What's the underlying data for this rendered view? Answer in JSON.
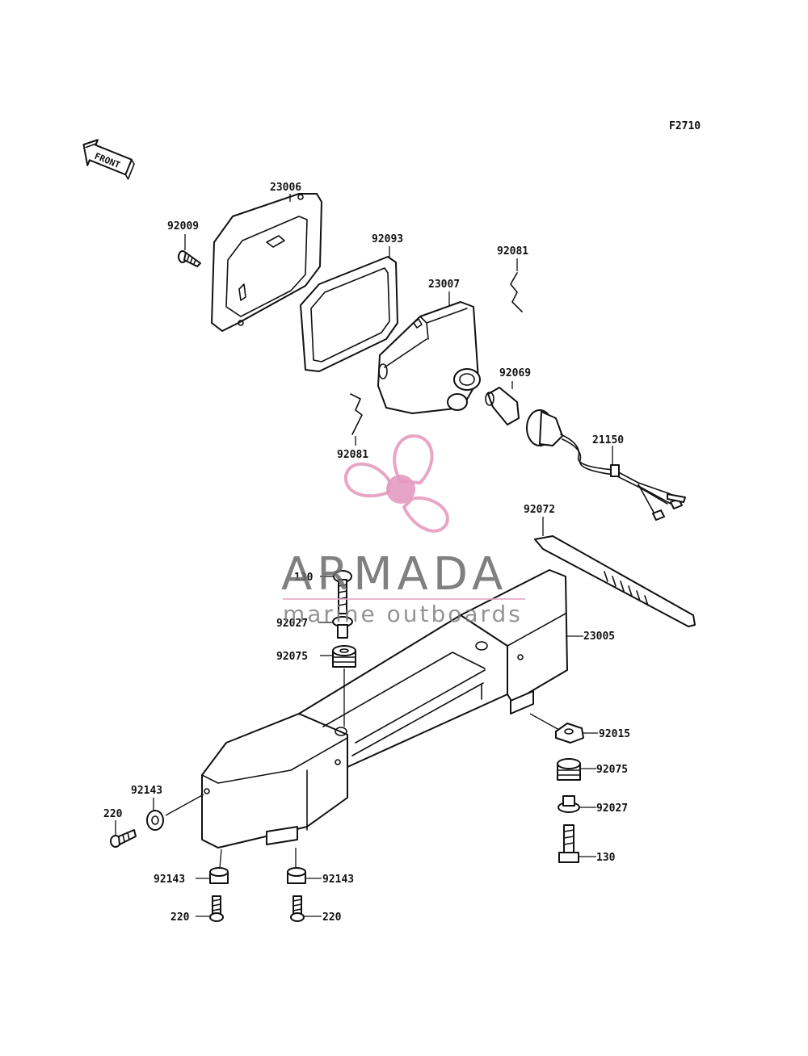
{
  "diagram": {
    "figure_code": "F2710",
    "front_arrow_text": "FRONT",
    "parts": [
      {
        "id": "p23006",
        "number": "23006"
      },
      {
        "id": "p92009",
        "number": "92009"
      },
      {
        "id": "p92093",
        "number": "92093"
      },
      {
        "id": "p92081a",
        "number": "92081"
      },
      {
        "id": "p23007",
        "number": "23007"
      },
      {
        "id": "p92069",
        "number": "92069"
      },
      {
        "id": "p92081b",
        "number": "92081"
      },
      {
        "id": "p21150",
        "number": "21150"
      },
      {
        "id": "p92072",
        "number": "92072"
      },
      {
        "id": "p130a",
        "number": "130"
      },
      {
        "id": "p92027a",
        "number": "92027"
      },
      {
        "id": "p92075a",
        "number": "92075"
      },
      {
        "id": "p23005",
        "number": "23005"
      },
      {
        "id": "p92015",
        "number": "92015"
      },
      {
        "id": "p92075b",
        "number": "92075"
      },
      {
        "id": "p92027b",
        "number": "92027"
      },
      {
        "id": "p130b",
        "number": "130"
      },
      {
        "id": "p92143a",
        "number": "92143"
      },
      {
        "id": "p220a",
        "number": "220"
      },
      {
        "id": "p92143b",
        "number": "92143"
      },
      {
        "id": "p92143c",
        "number": "92143"
      },
      {
        "id": "p220b",
        "number": "220"
      },
      {
        "id": "p220c",
        "number": "220"
      }
    ]
  },
  "watermark": {
    "brand": "ARMADA",
    "tagline": "marine outboards",
    "colors": {
      "propeller": "#e8a6c4",
      "hub": "#e39ac0",
      "text": "#6a6a6a",
      "underline": "#e8a6c4"
    }
  }
}
